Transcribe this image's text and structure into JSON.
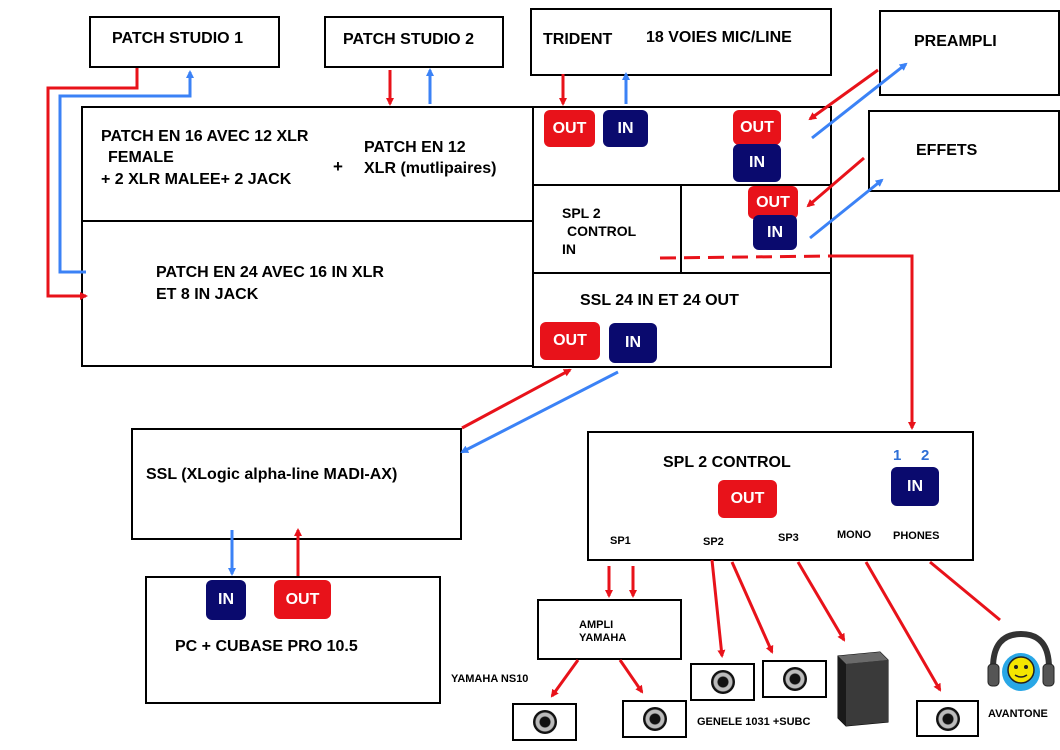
{
  "boxes": {
    "patch_studio_1": "PATCH STUDIO 1",
    "patch_studio_2": "PATCH STUDIO 2",
    "trident": "TRIDENT",
    "trident_voies": "18 VOIES MIC/LINE",
    "preampli": "PREAMPLI",
    "effets": "EFFETS",
    "patch16_l1": "PATCH EN 16 AVEC 12 XLR",
    "patch16_l2": "FEMALE",
    "patch16_l3": "+ 2 XLR MALEE+ 2 JACK",
    "plus": "+",
    "patch12_l1": "PATCH EN 12",
    "patch12_l2": "XLR (mutlipaires)",
    "patch24_l1": "PATCH EN 24 AVEC 16 IN XLR",
    "patch24_l2": "ET 8 IN JACK",
    "spl_in_l1": "SPL 2",
    "spl_in_l2": "CONTROL",
    "spl_in_l3": "IN",
    "ssl24": "SSL 24 IN ET 24 OUT",
    "ssl_xlogic": "SSL (XLogic alpha-line MADI-AX)",
    "pc_cubase": "PC + CUBASE PRO 10.5",
    "spl2": "SPL 2 CONTROL",
    "ch1": "1",
    "ch2": "2",
    "sp1": "SP1",
    "sp2": "SP2",
    "sp3": "SP3",
    "mono": "MONO",
    "phones": "PHONES",
    "ampli_l1": "AMPLI",
    "ampli_l2": "YAMAHA",
    "yamaha_ns10": "YAMAHA NS10",
    "genele": "GENELE 1031 +SUBC",
    "avantone": "AVANTONE"
  },
  "badges": {
    "out": "OUT",
    "in": "IN"
  },
  "colors": {
    "out_red": "#e8121a",
    "in_navy": "#0a0a6e",
    "arrow_red": "#e8121a",
    "arrow_blue": "#3b82f6",
    "channel_blue": "#2e6fd6"
  }
}
